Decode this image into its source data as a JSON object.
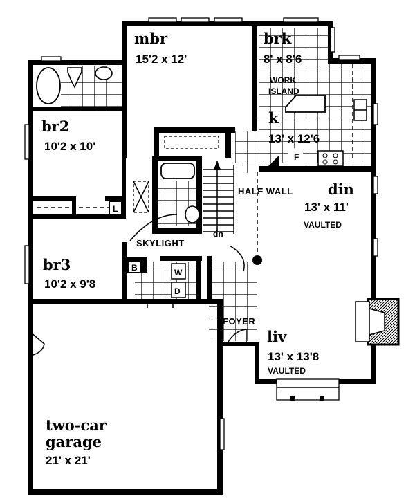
{
  "plan": {
    "rooms": {
      "mbr": {
        "name": "mbr",
        "dims": "15'2 x 12'"
      },
      "brk": {
        "name": "brk",
        "dims": "8' x 8'6"
      },
      "kitchen": {
        "name": "k",
        "dims": "13' x 12'6"
      },
      "br2": {
        "name": "br2",
        "dims": "10'2 x 10'"
      },
      "br3": {
        "name": "br3",
        "dims": "10'2 x 9'8"
      },
      "din": {
        "name": "din",
        "dims": "13' x 11'",
        "note": "VAULTED"
      },
      "liv": {
        "name": "liv",
        "dims": "13' x 13'8",
        "note": "VAULTED"
      },
      "garage": {
        "name_line1": "two-car",
        "name_line2": "garage",
        "dims": "21' x 21'"
      }
    },
    "annotations": {
      "work_island_line1": "WORK",
      "work_island_line2": "ISLAND",
      "half_wall": "HALF WALL",
      "skylight": "SKYLIGHT",
      "stairs_dn": "dn",
      "foyer": "FOYER",
      "linen": "L",
      "broom": "B",
      "washer": "W",
      "dryer": "D",
      "fridge": "F"
    }
  }
}
